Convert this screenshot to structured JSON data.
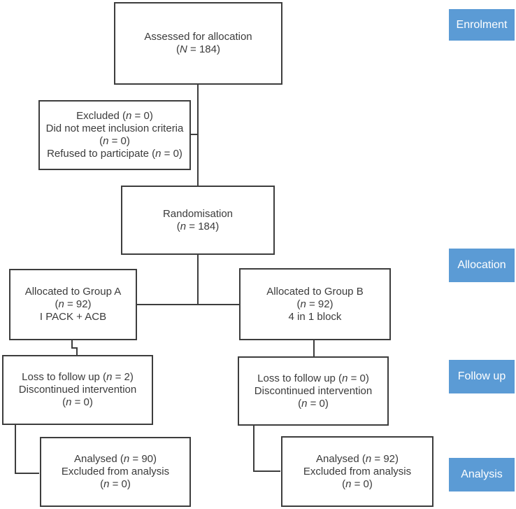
{
  "palette": {
    "stage_label_bg": "#5b9bd5",
    "stage_label_text": "#ffffff",
    "box_border": "#3d3d3d",
    "box_text": "#3b3b3b",
    "background": "#ffffff"
  },
  "stage_labels": [
    {
      "id": "enrolment",
      "text": "Enrolment"
    },
    {
      "id": "allocation",
      "text": "Allocation"
    },
    {
      "id": "followup",
      "text": "Follow up"
    },
    {
      "id": "analysis",
      "text": "Analysis"
    }
  ],
  "boxes": {
    "assessed": {
      "lines": [
        "Assessed for allocation",
        "(N = 184)"
      ]
    },
    "excluded": {
      "lines": [
        "Excluded (n = 0)",
        "Did not meet inclusion criteria",
        "(n = 0)",
        "Refused to participate (n = 0)"
      ]
    },
    "randomisation": {
      "lines": [
        "Randomisation",
        "(n = 184)"
      ]
    },
    "group_a": {
      "lines": [
        "Allocated to Group A",
        "(n = 92)",
        "I PACK + ACB"
      ]
    },
    "group_b": {
      "lines": [
        "Allocated to Group B",
        "(n = 92)",
        "4 in 1 block"
      ]
    },
    "followup_a": {
      "lines": [
        "Loss to follow up (n = 2)",
        "Discontinued intervention",
        "(n = 0)"
      ]
    },
    "followup_b": {
      "lines": [
        "Loss to follow up (n = 0)",
        "Discontinued intervention",
        "(n = 0)"
      ]
    },
    "analysis_a": {
      "lines": [
        "Analysed (n = 90)",
        "Excluded from analysis",
        "(n = 0)"
      ]
    },
    "analysis_b": {
      "lines": [
        "Analysed (n = 92)",
        "Excluded from analysis",
        "(n = 0)"
      ]
    }
  }
}
